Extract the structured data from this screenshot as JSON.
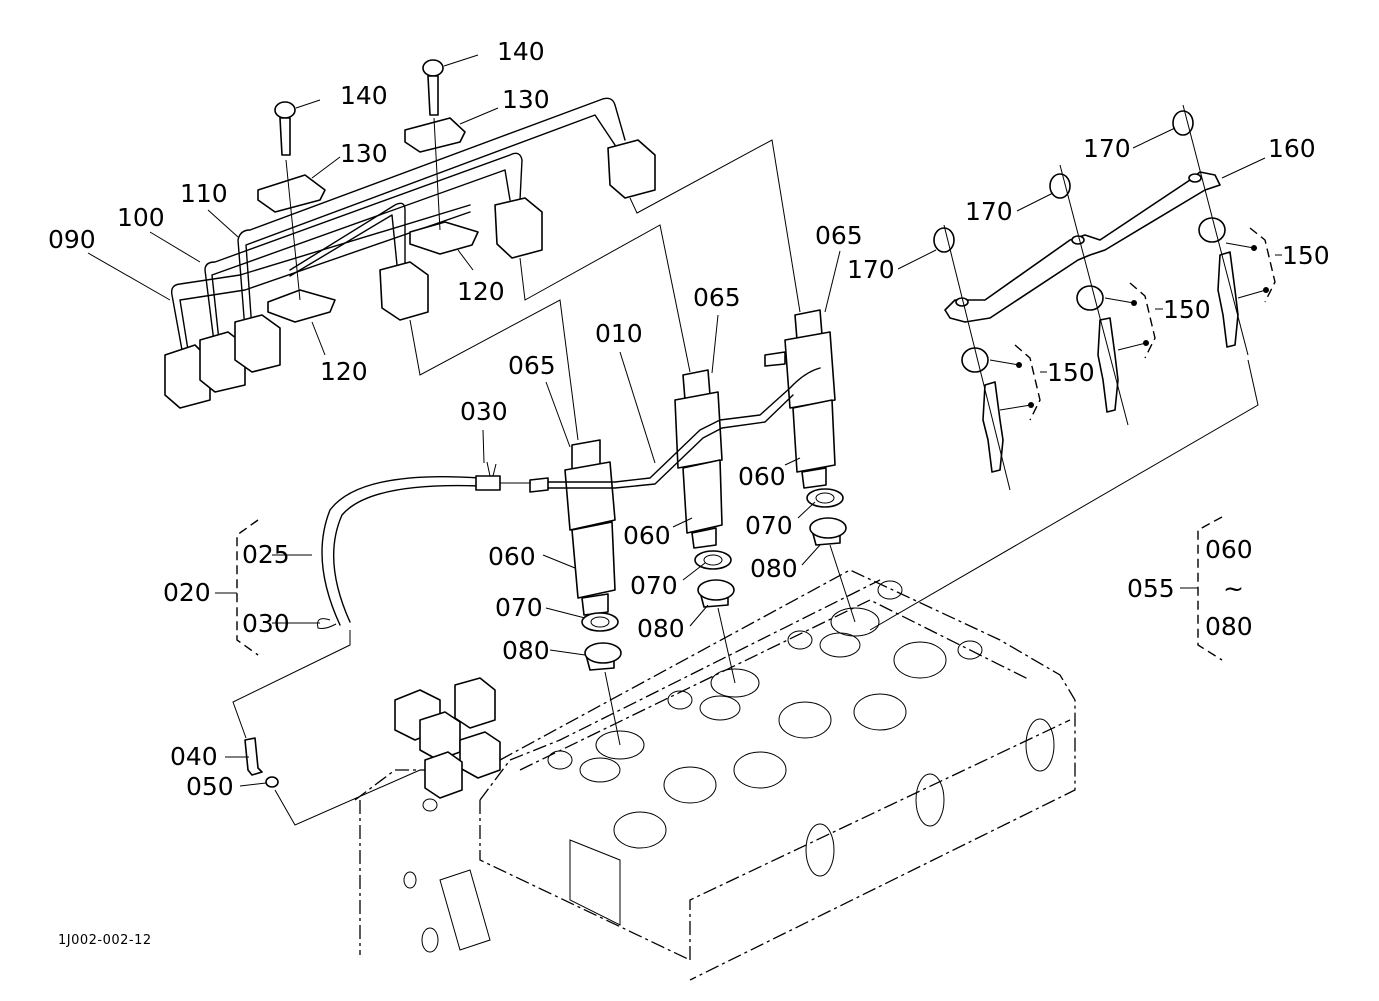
{
  "diagram": {
    "type": "exploded-parts-diagram",
    "subject": "Fuel injection nozzle, injection pipes and glow plugs on cylinder head",
    "figure_code": "1J002-002-12",
    "colors": {
      "ink": "#000000",
      "background": "#ffffff"
    },
    "callouts": {
      "p010": "010",
      "p020": "020",
      "p025": "025",
      "p030_top": "030",
      "p030_group": "030",
      "p040": "040",
      "p050": "050",
      "p055": "055",
      "p055_range_start": "060",
      "p055_range_sep": "~",
      "p055_range_end": "080",
      "p060_a": "060",
      "p060_b": "060",
      "p060_c": "060",
      "p065_a": "065",
      "p065_b": "065",
      "p065_c": "065",
      "p070_a": "070",
      "p070_b": "070",
      "p070_c": "070",
      "p080_a": "080",
      "p080_b": "080",
      "p080_c": "080",
      "p090": "090",
      "p100": "100",
      "p110": "110",
      "p120_a": "120",
      "p120_b": "120",
      "p130_a": "130",
      "p130_b": "130",
      "p140_a": "140",
      "p140_b": "140",
      "p150_a": "150",
      "p150_b": "150",
      "p150_c": "150",
      "p160": "160",
      "p170_a": "170",
      "p170_b": "170",
      "p170_c": "170"
    }
  }
}
